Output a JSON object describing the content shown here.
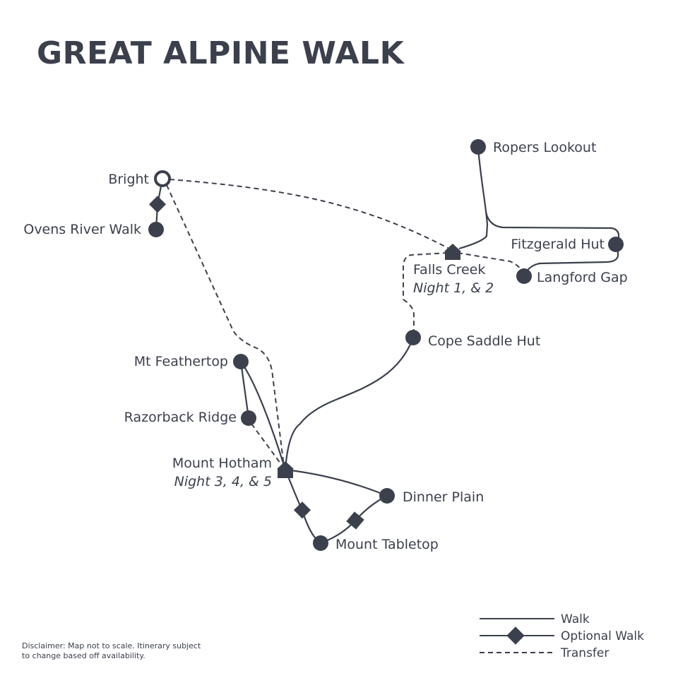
{
  "title": "GREAT ALPINE WALK",
  "locations": {
    "bright": "Bright",
    "ovens_river_walk": "Ovens River Walk",
    "ropers_lookout": "Ropers Lookout",
    "fitzgerald_hut": "Fitzgerald Hut",
    "falls_creek": "Falls Creek",
    "falls_creek_nights": "Night 1, & 2",
    "langford_gap": "Langford Gap",
    "cope_saddle_hut": "Cope Saddle Hut",
    "mt_feathertop": "Mt Feathertop",
    "razorback_ridge": "Razorback Ridge",
    "mount_hotham": "Mount Hotham",
    "mount_hotham_nights": "Night 3, 4, & 5",
    "dinner_plain": "Dinner Plain",
    "mount_tabletop": "Mount Tabletop"
  },
  "legend": {
    "walk": "Walk",
    "optional_walk": "Optional Walk",
    "transfer": "Transfer"
  },
  "disclaimer": {
    "line1": "Disclaimer: Map not to scale. Itinerary subject",
    "line2": "to change based off availability."
  },
  "colors": {
    "ink": "#3b404c"
  }
}
